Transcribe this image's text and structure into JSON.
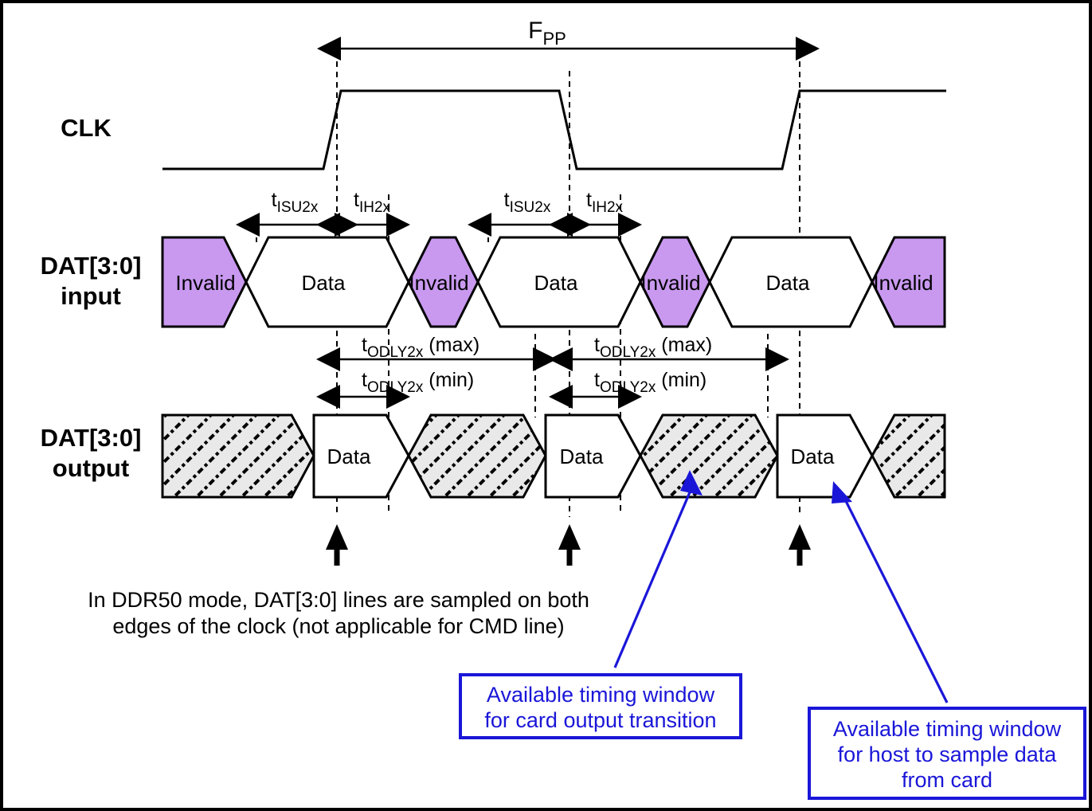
{
  "diagram": {
    "title_label": "FPP",
    "title_base": "F",
    "title_sub": "PP",
    "rows": [
      {
        "name": "clk",
        "label_line1": "CLK",
        "label_line2": ""
      },
      {
        "name": "dat-input",
        "label_line1": "DAT[3:0]",
        "label_line2": "input"
      },
      {
        "name": "dat-output",
        "label_line1": "DAT[3:0]",
        "label_line2": "output"
      }
    ],
    "input_blocks": [
      {
        "type": "invalid",
        "text": "Invalid"
      },
      {
        "type": "data",
        "text": "Data"
      },
      {
        "type": "invalid",
        "text": "Invalid"
      },
      {
        "type": "data",
        "text": "Data"
      },
      {
        "type": "invalid",
        "text": "Invalid"
      },
      {
        "type": "data",
        "text": "Data"
      },
      {
        "type": "invalid",
        "text": "Invalid"
      }
    ],
    "output_blocks": [
      {
        "type": "hatched",
        "text": ""
      },
      {
        "type": "data",
        "text": "Data"
      },
      {
        "type": "hatched",
        "text": ""
      },
      {
        "type": "data",
        "text": "Data"
      },
      {
        "type": "hatched",
        "text": ""
      },
      {
        "type": "data",
        "text": "Data"
      },
      {
        "type": "hatched",
        "text": ""
      }
    ],
    "timing_labels": [
      {
        "name": "tisu2x-1",
        "base": "t",
        "sub": "ISU2x",
        "suffix": ""
      },
      {
        "name": "tih2x-1",
        "base": "t",
        "sub": "IH2x",
        "suffix": ""
      },
      {
        "name": "tisu2x-2",
        "base": "t",
        "sub": "ISU2x",
        "suffix": ""
      },
      {
        "name": "tih2x-2",
        "base": "t",
        "sub": "IH2x",
        "suffix": ""
      },
      {
        "name": "todly2x-max-1",
        "base": "t",
        "sub": "ODLY2x",
        "suffix": " (max)"
      },
      {
        "name": "todly2x-min-1",
        "base": "t",
        "sub": "ODLY2x",
        "suffix": " (min)"
      },
      {
        "name": "todly2x-max-2",
        "base": "t",
        "sub": "ODLY2x",
        "suffix": " (max)"
      },
      {
        "name": "todly2x-min-2",
        "base": "t",
        "sub": "ODLY2x",
        "suffix": " (min)"
      }
    ],
    "caption": {
      "line1": "In DDR50 mode, DAT[3:0] lines are sampled on both",
      "line2": "edges of the clock (not applicable for CMD line)"
    },
    "callouts": [
      {
        "name": "callout-card-output",
        "lines": [
          "Available timing window",
          "for card output transition"
        ]
      },
      {
        "name": "callout-host-sample",
        "lines": [
          "Available timing window",
          "for host to sample data",
          "from card"
        ]
      }
    ],
    "colors": {
      "invalid_fill": "#c999f0",
      "hatched_fill": "#e9e9e9",
      "callout_blue": "#1a16d8",
      "waveform_stroke": "#000000",
      "background": "#ffffff"
    }
  }
}
